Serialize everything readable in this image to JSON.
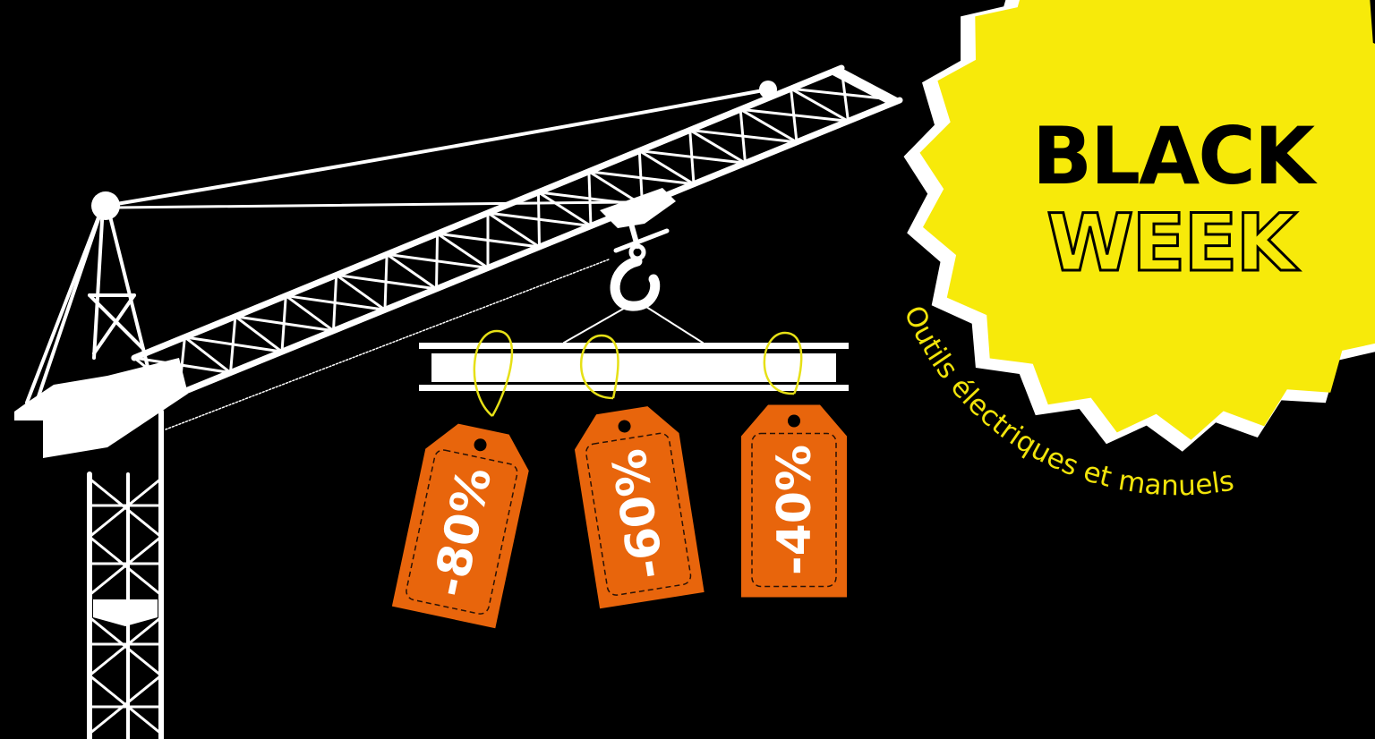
{
  "badge": {
    "line1": "BLACK",
    "line2": "WEEK",
    "subtitle": "Outils électriques et manuels"
  },
  "tags": [
    {
      "label": "-80%"
    },
    {
      "label": "-60%"
    },
    {
      "label": "-40%"
    }
  ],
  "colors": {
    "background": "#000000",
    "badge_yellow": "#F7EA0A",
    "tag_orange": "#E8650C",
    "crane_white": "#FFFFFF",
    "string_yellow": "#E6E016"
  },
  "icons": {
    "crane": "tower-crane-icon",
    "hook": "crane-hook-icon",
    "beam": "steel-beam-icon"
  }
}
